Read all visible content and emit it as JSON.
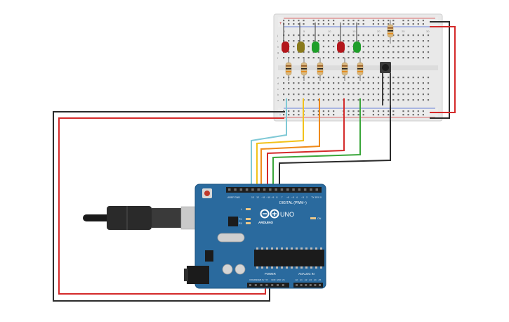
{
  "board": {
    "brand": "ARDUINO",
    "model": "UNO",
    "digital_header_label": "DIGITAL (PWM~)",
    "power_header_label": "POWER",
    "analog_header_label": "ANALOG IN",
    "on_label": "ON",
    "l_label": "L",
    "tx_label": "TX",
    "rx_label": "RX",
    "aref_label": "AREF",
    "gnd_label": "GND",
    "digital_pins": [
      "13",
      "12",
      "~11",
      "~10",
      "~9",
      "8",
      "7",
      "~6",
      "~5",
      "4",
      "~3",
      "2",
      "TX 1",
      "RX 0"
    ],
    "power_pins": [
      "IOREF",
      "RESET",
      "3.3V",
      "5V",
      "GND",
      "GND",
      "Vin"
    ],
    "analog_pins": [
      "A0",
      "A1",
      "A2",
      "A3",
      "A4",
      "A5"
    ]
  },
  "breadboard": {
    "column_numbers": [
      "1",
      "5",
      "10",
      "15",
      "20",
      "25",
      "30"
    ],
    "row_letters_top": [
      "j",
      "i",
      "h",
      "g",
      "f"
    ],
    "row_letters_bottom": [
      "e",
      "d",
      "c",
      "b",
      "a"
    ],
    "rail_plus": "+",
    "rail_minus": "-"
  },
  "components": {
    "leds": [
      {
        "color": "#b3161b"
      },
      {
        "color": "#8a7a1c"
      },
      {
        "color": "#1f9e2a"
      },
      {
        "color": "#b3161b"
      },
      {
        "color": "#1f9e2a"
      }
    ]
  },
  "colors": {
    "wire_black": "#2b2b2b",
    "wire_red": "#d42a2a",
    "wire_cyan": "#7fc9d6",
    "wire_yellow": "#f2c21b",
    "wire_orange": "#ef8a1a",
    "wire_green": "#3aa63a",
    "board_blue": "#2a6a9e"
  }
}
